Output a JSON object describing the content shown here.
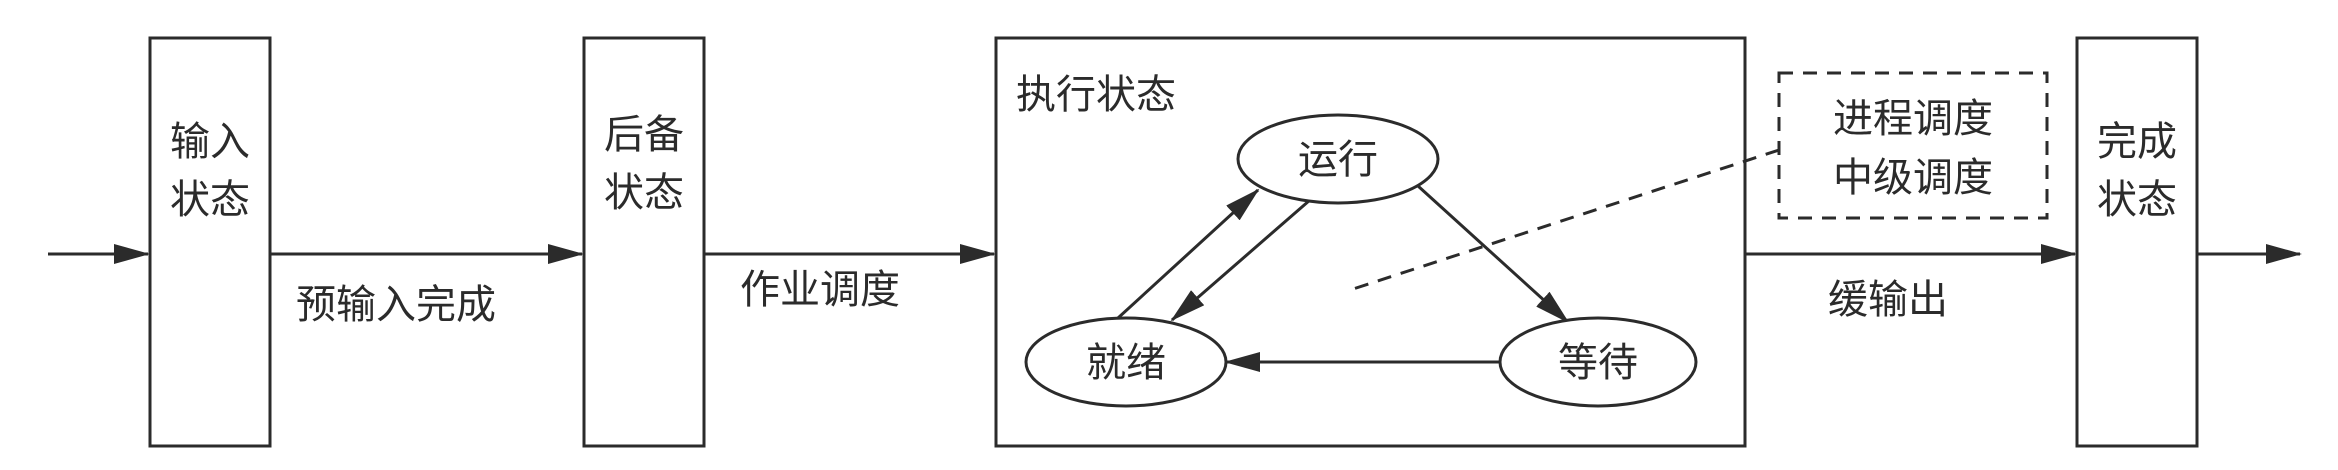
{
  "stages": {
    "input": {
      "line1": "输入",
      "line2": "状态"
    },
    "backup": {
      "line1": "后备",
      "line2": "状态"
    },
    "execution": {
      "title": "执行状态"
    },
    "complete": {
      "line1": "完成",
      "line2": "状态"
    }
  },
  "states": {
    "running": "运行",
    "ready": "就绪",
    "waiting": "等待"
  },
  "transitions": {
    "input_to_backup": "预输入完成",
    "backup_to_execution": "作业调度",
    "execution_to_complete": "缓输出"
  },
  "note": {
    "line1": "进程调度",
    "line2": "中级调度"
  }
}
